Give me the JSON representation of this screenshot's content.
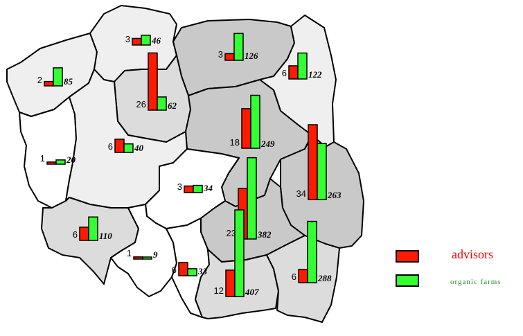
{
  "colors": {
    "advisors": "#ff1a00",
    "organic": "#33ff33",
    "legend_advisors_text": "#ff0000",
    "legend_organic_text": "#2e8b2e",
    "shade_light": "#efefef",
    "shade_mid": "#dcdcdc",
    "shade_dark": "#c9c9c9",
    "shade_white": "#ffffff"
  },
  "legend": {
    "advisors_label": "advisors",
    "organic_label": "organic farms"
  },
  "regions": [
    {
      "id": "west-pomeranian",
      "shade": "shade_light",
      "advisors": 2,
      "organic": 85
    },
    {
      "id": "pomeranian",
      "shade": "shade_light",
      "advisors": 3,
      "organic": 46
    },
    {
      "id": "warmian-masurian",
      "shade": "shade_dark",
      "advisors": 3,
      "organic": 126
    },
    {
      "id": "podlaskie",
      "shade": "shade_light",
      "advisors": 6,
      "organic": 122
    },
    {
      "id": "kuyavian-pomeranian",
      "shade": "shade_mid",
      "advisors": 26,
      "organic": 62
    },
    {
      "id": "masovian",
      "shade": "shade_dark",
      "advisors": 18,
      "organic": 249
    },
    {
      "id": "lublin",
      "shade": "shade_dark",
      "advisors": 34,
      "organic": 263
    },
    {
      "id": "lubusz",
      "shade": "shade_white",
      "advisors": 1,
      "organic": 20
    },
    {
      "id": "greater-poland",
      "shade": "shade_light",
      "advisors": 6,
      "organic": 40
    },
    {
      "id": "lodz",
      "shade": "shade_white",
      "advisors": 3,
      "organic": 34
    },
    {
      "id": "swietokrzyskie",
      "shade": "shade_dark",
      "advisors": 23,
      "organic": 382
    },
    {
      "id": "lower-silesian",
      "shade": "shade_mid",
      "advisors": 6,
      "organic": 110
    },
    {
      "id": "opole",
      "shade": "shade_white",
      "advisors": 1,
      "organic": 9
    },
    {
      "id": "silesian",
      "shade": "shade_white",
      "advisors": 6,
      "organic": 33
    },
    {
      "id": "lesser-poland",
      "shade": "shade_mid",
      "advisors": 12,
      "organic": 407
    },
    {
      "id": "subcarpathian",
      "shade": "shade_mid",
      "advisors": 6,
      "organic": 288
    }
  ]
}
